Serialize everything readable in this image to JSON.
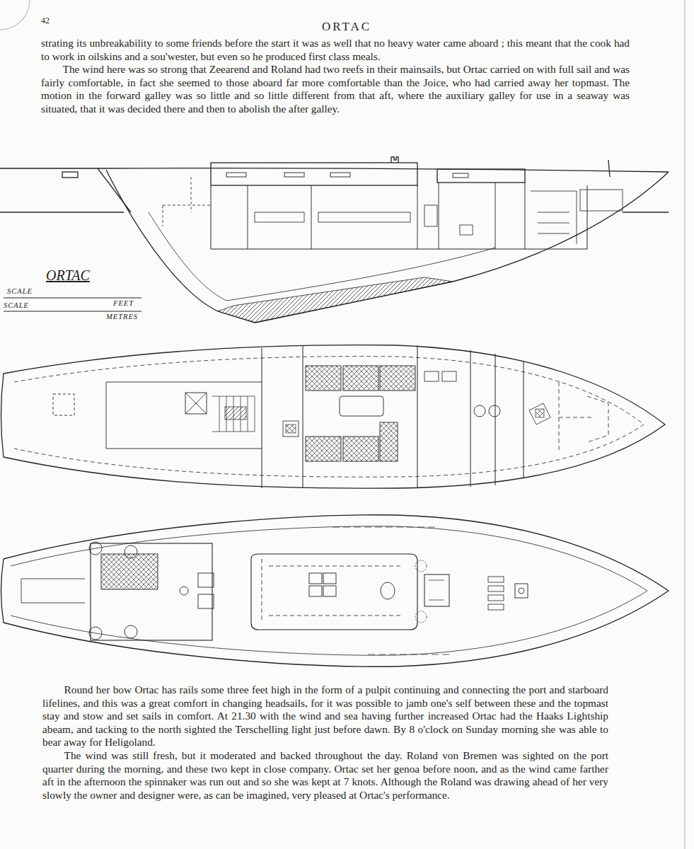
{
  "diagram": {
    "title": "ORTAC",
    "labels": [
      "42",
      "strating its unbreakability to some friends before the start it was as well that no heavy water came aboard ; this meant that the cook had to work in oilskins and a sou'wester, but even so he produced first class meals.",
      "The wind here was so strong that Zeearend and Roland had two reefs in their mainsails, but Ortac carried on with full sail and was fairly comfortable, in fact she seemed to those aboard far more comfortable than the Joice, who had carried away her topmast. The motion in the forward galley was so little and so little different from that aft, where the auxiliary galley for use in a seaway was situated, that it was decided there and then to abolish the after galley.",
      "ORTAC",
      "SCALE",
      "FEET",
      "SCALE",
      "METRES",
      "Round her bow Ortac has rails some three feet high in the form of a pulpit continuing and connecting the port and starboard lifelines, and this was a great comfort in changing headsails, for it was possible to jamb one's self between these and the topmast stay and stow and set sails in comfort. At 21.30 with the wind and sea having further increased Ortac had the Haaks Lightship abeam, and tacking to the north sighted the Terschelling light just before dawn. By 8 o'clock on Sunday morning she was able to bear away for Heligoland.",
      "The wind was still fresh, but it moderated and backed throughout the day. Roland von Bremen was sighted on the port quarter during the morning, and these two kept in close company. Ortac set her genoa before noon, and as the wind came farther aft in the afternoon the spinnaker was run out and so she was kept at 7 knots. Although the Roland was drawing ahead of her very slowly the owner and designer were, as can be imagined, very pleased at Ortac's performance."
    ]
  }
}
